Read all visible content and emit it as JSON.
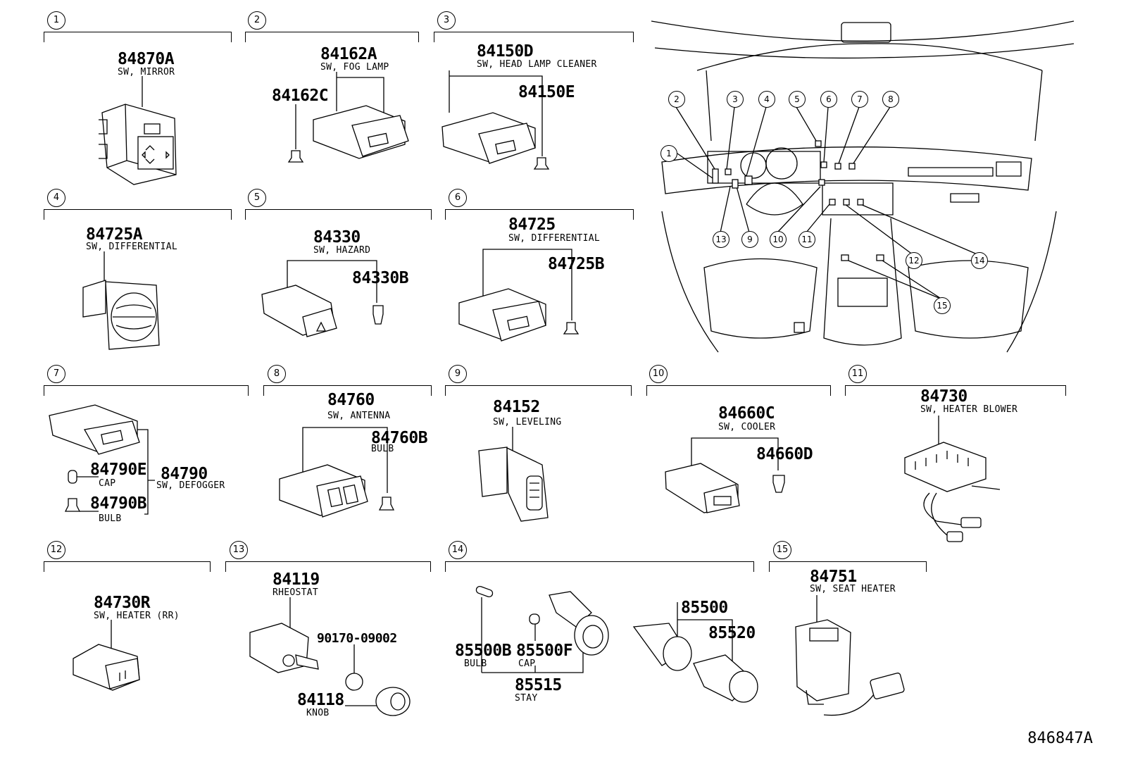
{
  "panels": [
    {
      "num": "1",
      "parts": [
        {
          "pn": "84870A",
          "desc": "SW, MIRROR"
        }
      ]
    },
    {
      "num": "2",
      "parts": [
        {
          "pn": "84162A",
          "desc": "SW, FOG LAMP"
        },
        {
          "pn": "84162C",
          "desc": ""
        }
      ]
    },
    {
      "num": "3",
      "parts": [
        {
          "pn": "84150D",
          "desc": "SW, HEAD LAMP CLEANER"
        },
        {
          "pn": "84150E",
          "desc": ""
        }
      ]
    },
    {
      "num": "4",
      "parts": [
        {
          "pn": "84725A",
          "desc": "SW, DIFFERENTIAL"
        }
      ]
    },
    {
      "num": "5",
      "parts": [
        {
          "pn": "84330",
          "desc": "SW, HAZARD"
        },
        {
          "pn": "84330B",
          "desc": ""
        }
      ]
    },
    {
      "num": "6",
      "parts": [
        {
          "pn": "84725",
          "desc": "SW, DIFFERENTIAL"
        },
        {
          "pn": "84725B",
          "desc": ""
        }
      ]
    },
    {
      "num": "7",
      "parts": [
        {
          "pn": "84790E",
          "desc": "CAP"
        },
        {
          "pn": "84790B",
          "desc": "BULB"
        },
        {
          "pn": "84790",
          "desc": "SW, DEFOGGER"
        }
      ]
    },
    {
      "num": "8",
      "parts": [
        {
          "pn": "84760",
          "desc": "SW, ANTENNA"
        },
        {
          "pn": "84760B",
          "desc": "BULB"
        }
      ]
    },
    {
      "num": "9",
      "parts": [
        {
          "pn": "84152",
          "desc": "SW, LEVELING"
        }
      ]
    },
    {
      "num": "10",
      "parts": [
        {
          "pn": "84660C",
          "desc": "SW, COOLER"
        },
        {
          "pn": "84660D",
          "desc": ""
        }
      ]
    },
    {
      "num": "11",
      "parts": [
        {
          "pn": "84730",
          "desc": "SW, HEATER BLOWER"
        }
      ]
    },
    {
      "num": "12",
      "parts": [
        {
          "pn": "84730R",
          "desc": "SW, HEATER (RR)"
        }
      ]
    },
    {
      "num": "13",
      "parts": [
        {
          "pn": "84119",
          "desc": "RHEOSTAT"
        },
        {
          "pn": "90170-09002",
          "desc": ""
        },
        {
          "pn": "84118",
          "desc": "KNOB"
        }
      ]
    },
    {
      "num": "14",
      "parts": [
        {
          "pn": "85500B",
          "desc": "BULB"
        },
        {
          "pn": "85500F",
          "desc": "CAP"
        },
        {
          "pn": "85515",
          "desc": "STAY"
        },
        {
          "pn": "85500",
          "desc": ""
        },
        {
          "pn": "85520",
          "desc": ""
        }
      ]
    },
    {
      "num": "15",
      "parts": [
        {
          "pn": "84751",
          "desc": "SW, SEAT HEATER"
        }
      ]
    }
  ],
  "dash_callouts": [
    "1",
    "2",
    "3",
    "4",
    "5",
    "6",
    "7",
    "8",
    "9",
    "10",
    "11",
    "12",
    "13",
    "14",
    "15"
  ],
  "diagram_code": "846847A"
}
